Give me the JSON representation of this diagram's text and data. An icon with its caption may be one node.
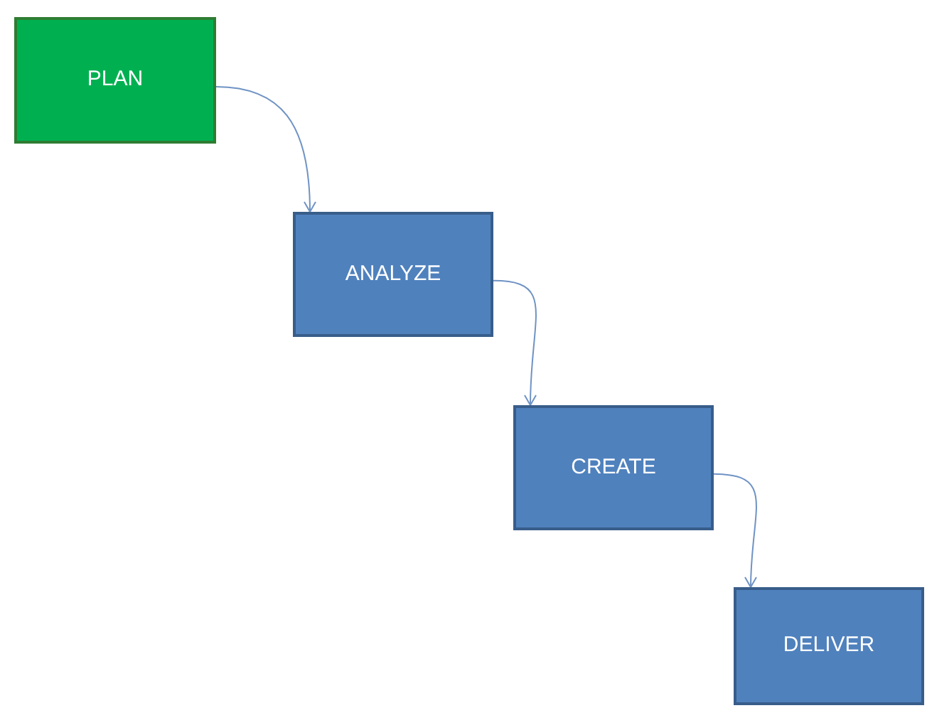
{
  "diagram": {
    "nodes": [
      {
        "text": [
          "PLAN"
        ]
      },
      {
        "text": [
          "ANALYZE"
        ]
      },
      {
        "text": [
          "CREATE"
        ]
      },
      {
        "text": [
          "DELIVER"
        ]
      }
    ],
    "edges": [
      {
        "from": 0,
        "to": 1,
        "arrow": "to"
      },
      {
        "from": 1,
        "to": 2,
        "arrow": "to"
      },
      {
        "from": 2,
        "to": 3,
        "arrow": "to"
      }
    ]
  }
}
